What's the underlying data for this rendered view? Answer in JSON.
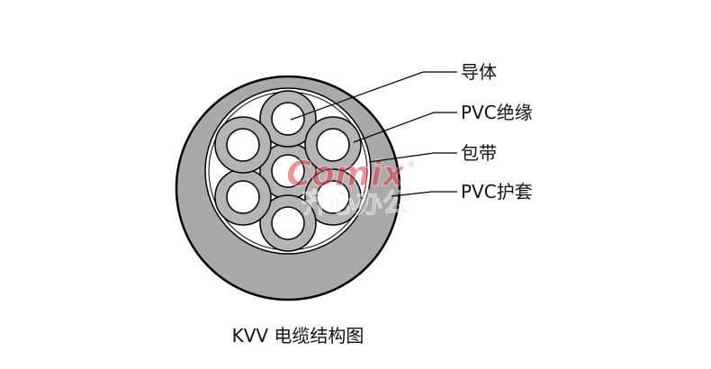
{
  "labels": {
    "conductor": "导体",
    "insulation": "PVC绝缘",
    "tape": "包带",
    "sheath": "PVC护套"
  },
  "caption": "KVV 电缆结构图",
  "watermark": {
    "latin": "Comix",
    "cjk": "齐心办公",
    "registered": "®"
  },
  "colors": {
    "sheath": "#a9a9a9",
    "insulation": "#b4b4b4",
    "tape_gap": "#ffffff",
    "outline": "#000000",
    "watermark_red": "#e0393e",
    "watermark_gray": "#9a9a9a"
  }
}
